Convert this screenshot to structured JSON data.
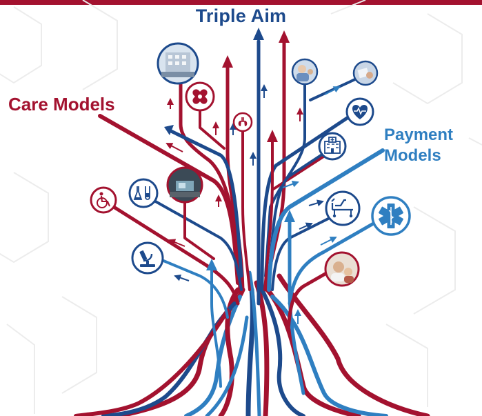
{
  "diagram": {
    "title": "Triple Aim",
    "left_label": "Care Models",
    "right_label_line1": "Payment",
    "right_label_line2": "Models"
  },
  "colors": {
    "red": "#a3122f",
    "navy": "#1d4a8c",
    "light_blue": "#2f7fc1",
    "background_pattern": "#ececec"
  },
  "icons": [
    "hospital-building-photo-icon",
    "bandage-cross-icon",
    "lungs-icon",
    "doctor-patient-photo-icon",
    "medical-chart-photo-icon",
    "heart-monitor-icon",
    "hospital-icon",
    "wheelchair-icon",
    "lab-flasks-icon",
    "medical-device-photo-icon",
    "hospital-bed-icon",
    "star-of-life-icon",
    "microscope-icon",
    "doctor-child-photo-icon"
  ]
}
